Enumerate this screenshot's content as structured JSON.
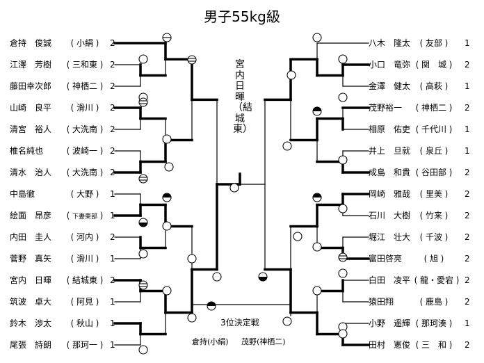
{
  "title": "男子55kg級",
  "champion": "宮内日暉（結城東）",
  "left": [
    {
      "name": "倉持　俊誠",
      "school": "小絹",
      "pts": "2"
    },
    {
      "name": "江澤　芳樹",
      "school": "三和東",
      "pts": "2"
    },
    {
      "name": "藤田幸次郎",
      "school": "神栖二",
      "pts": "2"
    },
    {
      "name": "山崎　良平",
      "school": "滑川",
      "pts": "2"
    },
    {
      "name": "清宮　裕人",
      "school": "大洗南",
      "pts": "2"
    },
    {
      "name": "椎名純也",
      "school": "波崎一",
      "pts": "2"
    },
    {
      "name": "清水　治人",
      "school": "大洗南",
      "pts": "2"
    },
    {
      "name": "中島徹",
      "school": "大野",
      "pts": "1"
    },
    {
      "name": "絵面　昂彦",
      "school": "下妻東部",
      "pts": "1",
      "small": true
    },
    {
      "name": "内田　圭人",
      "school": "河内",
      "pts": "2"
    },
    {
      "name": "菅野　真矢",
      "school": "滑川",
      "pts": "1"
    },
    {
      "name": "宮内　日暉",
      "school": "結城東",
      "pts": "2"
    },
    {
      "name": "筑波　卓大",
      "school": "阿見",
      "pts": "1"
    },
    {
      "name": "鈴木　渉太",
      "school": "秋山",
      "pts": "1"
    },
    {
      "name": "尾張　詩朗",
      "school": "那珂一",
      "pts": "1"
    }
  ],
  "right": [
    {
      "name": "八木　隆太",
      "school": "友部",
      "pts": "1"
    },
    {
      "name": "小口　竜弥",
      "school": "関　城",
      "pts": "2"
    },
    {
      "name": "金澤　健太",
      "school": "高萩",
      "pts": "1"
    },
    {
      "name": "茂野裕一",
      "school": "神栖二",
      "pts": "2"
    },
    {
      "name": "相原　佑吏",
      "school": "千代川",
      "pts": "1"
    },
    {
      "name": "井上　旦就",
      "school": "泉丘",
      "pts": "1"
    },
    {
      "name": "成島　和貴",
      "school": "谷田部",
      "pts": "2"
    },
    {
      "name": "岡崎　雅哉",
      "school": "里美",
      "pts": "2"
    },
    {
      "name": "石川　大樹",
      "school": "竹来",
      "pts": "2"
    },
    {
      "name": "堀江　壮大",
      "school": "千波",
      "pts": "2"
    },
    {
      "name": "富田啓亮",
      "school": "旭",
      "pts": "2"
    },
    {
      "name": "白田　凌平",
      "school": "龍・愛宕",
      "pts": "2"
    },
    {
      "name": "猿田翔",
      "school": "鹿島",
      "pts": "2"
    },
    {
      "name": "小野　遥輝",
      "school": "那珂湊",
      "pts": "1"
    },
    {
      "name": "田村　憲俊",
      "school": "三　和",
      "pts": "2"
    }
  ],
  "third_place": {
    "label": "3位決定戦",
    "a": "倉持(小絹)",
    "b": "茂野(神栖二)"
  }
}
